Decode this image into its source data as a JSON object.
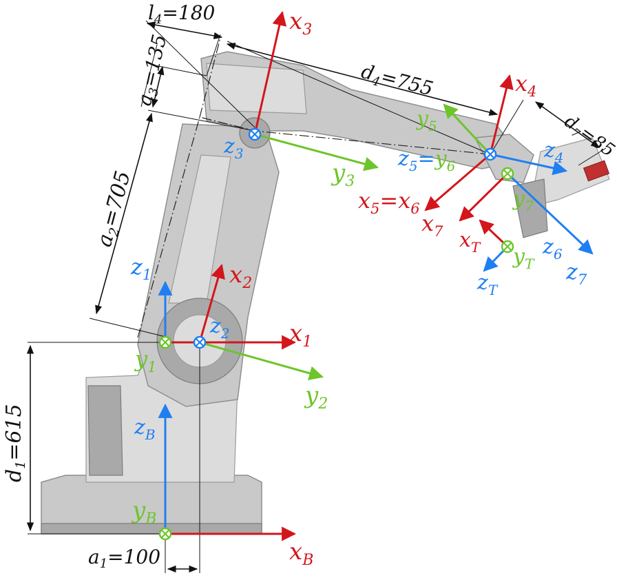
{
  "colors": {
    "x_axis": "#d3161c",
    "y_axis": "#6cc52a",
    "z_axis": "#1f7ff2",
    "dimension": "#111111",
    "robot_body": "#c9c9c9"
  },
  "dimensions": {
    "l4": {
      "sym": "l",
      "sub": "4",
      "val": "=180"
    },
    "a3": {
      "sym": "a",
      "sub": "3",
      "val": "=135"
    },
    "d4": {
      "sym": "d",
      "sub": "4",
      "val": "=755"
    },
    "d7": {
      "sym": "d",
      "sub": "7",
      "val": "=85"
    },
    "a2": {
      "sym": "a",
      "sub": "2",
      "val": "=705"
    },
    "d1": {
      "sym": "d",
      "sub": "1",
      "val": "=615"
    },
    "a1": {
      "sym": "a",
      "sub": "1",
      "val": "=100"
    }
  },
  "frames": {
    "B": {
      "x": {
        "sym": "x",
        "sub": "B"
      },
      "y": {
        "sym": "y",
        "sub": "B"
      },
      "z": {
        "sym": "z",
        "sub": "B"
      }
    },
    "1": {
      "x": {
        "sym": "x",
        "sub": "1"
      },
      "y": {
        "sym": "y",
        "sub": "1"
      },
      "z": {
        "sym": "z",
        "sub": "1"
      }
    },
    "2": {
      "x": {
        "sym": "x",
        "sub": "2"
      },
      "y": {
        "sym": "y",
        "sub": "2"
      },
      "z": {
        "sym": "z",
        "sub": "2"
      }
    },
    "3": {
      "x": {
        "sym": "x",
        "sub": "3"
      },
      "y": {
        "sym": "y",
        "sub": "3"
      },
      "z": {
        "sym": "z",
        "sub": "3"
      }
    },
    "4": {
      "x": {
        "sym": "x",
        "sub": "4"
      },
      "z": {
        "sym": "z",
        "sub": "4"
      }
    },
    "5": {
      "y": {
        "sym": "y",
        "sub": "5"
      }
    },
    "6": {
      "z": {
        "sym": "z",
        "sub": "6"
      }
    },
    "7": {
      "x": {
        "sym": "x",
        "sub": "7"
      },
      "y": {
        "sym": "y",
        "sub": "7"
      },
      "z": {
        "sym": "z",
        "sub": "7"
      }
    },
    "T": {
      "x": {
        "sym": "x",
        "sub": "T"
      },
      "y": {
        "sym": "y",
        "sub": "T"
      },
      "z": {
        "sym": "z",
        "sub": "T"
      }
    }
  },
  "combined": {
    "z5y6": {
      "a": "z",
      "as": "5",
      "eq": "=",
      "b": "y",
      "bs": "6"
    },
    "x5x6": {
      "a": "x",
      "as": "5",
      "eq": "=",
      "b": "x",
      "bs": "6"
    }
  }
}
